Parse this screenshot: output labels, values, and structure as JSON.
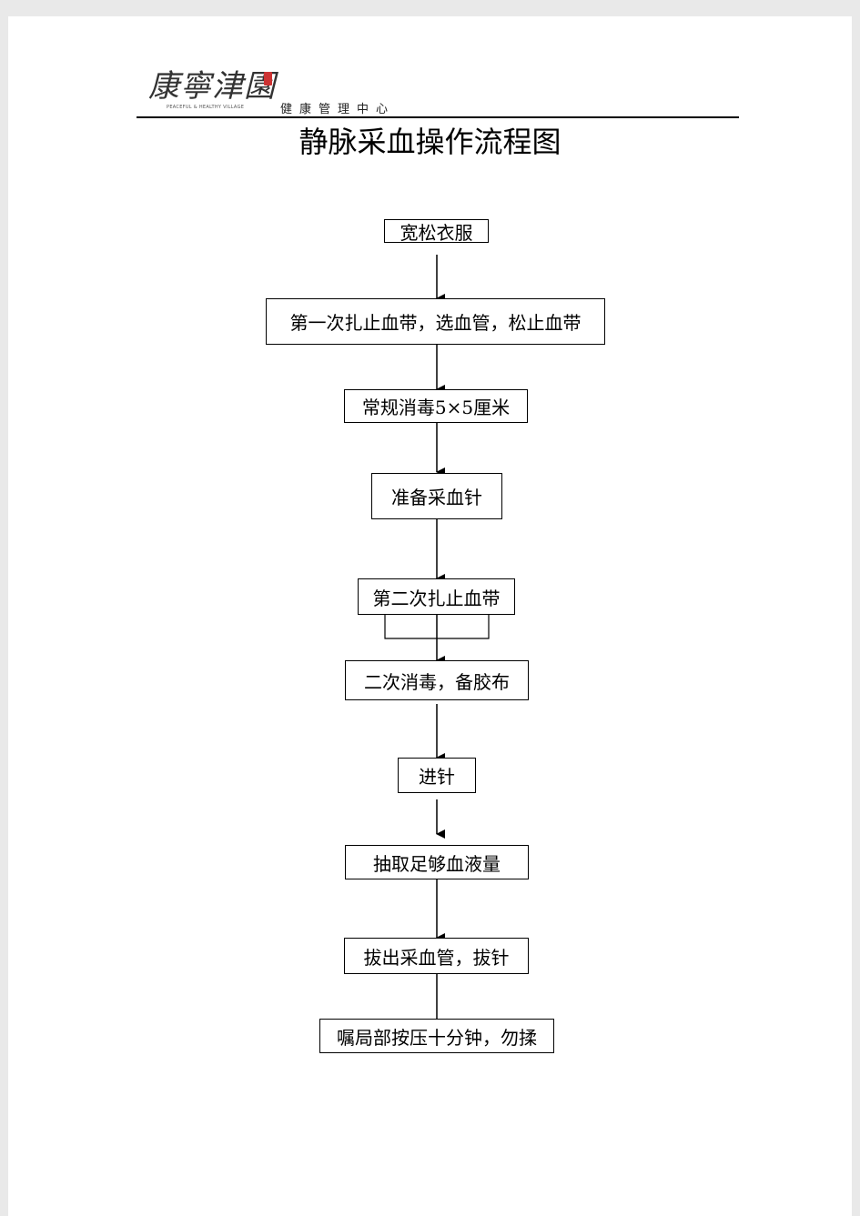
{
  "header": {
    "logo_text": "康寧津園",
    "logo_tagline": "PEACEFUL & HEALTHY VILLAGE",
    "department": "健康管理中心"
  },
  "title": "静脉采血操作流程图",
  "steps": [
    {
      "label": "宽松衣服"
    },
    {
      "label": "第一次扎止血带，选血管，松止血带"
    },
    {
      "label": "常规消毒5×5厘米"
    },
    {
      "label": "准备采血针"
    },
    {
      "label": "第二次扎止血带"
    },
    {
      "label": "二次消毒，备胶布"
    },
    {
      "label": "进针"
    },
    {
      "label": "抽取足够血液量"
    },
    {
      "label": "拔出采血管，拔针"
    },
    {
      "label": "嘱局部按压十分钟，勿揉"
    }
  ]
}
